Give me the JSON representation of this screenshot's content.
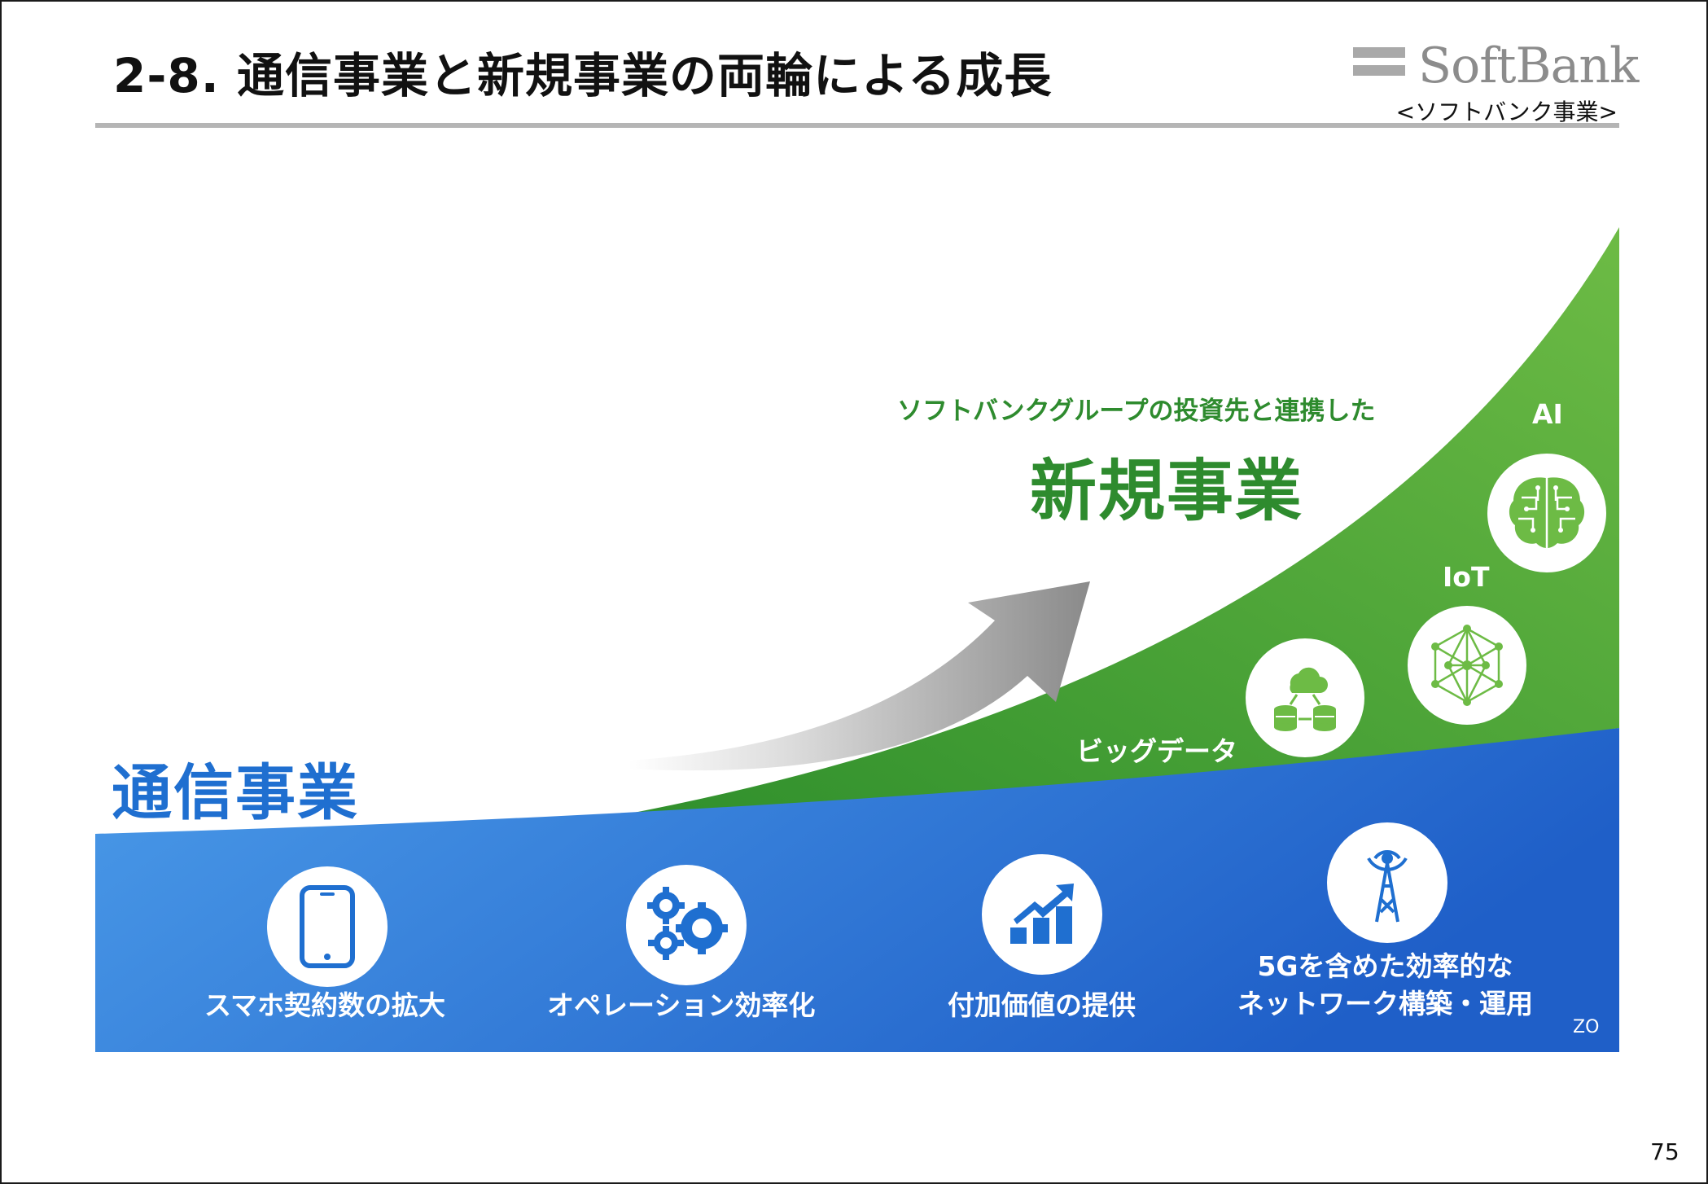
{
  "slide": {
    "title": "2-8. 通信事業と新規事業の両輪による成長",
    "page_number": "75"
  },
  "logo": {
    "wordmark": "SoftBank",
    "subtitle": "<ソフトバンク事業>"
  },
  "graphic": {
    "communication": {
      "title": "通信事業",
      "items": [
        {
          "icon": "smartphone-icon",
          "lines": [
            "スマホ契約数の拡大"
          ]
        },
        {
          "icon": "gears-icon",
          "lines": [
            "オペレーション効率化"
          ]
        },
        {
          "icon": "growth-chart-icon",
          "lines": [
            "付加価値の提供"
          ]
        },
        {
          "icon": "antenna-tower-icon",
          "lines": [
            "5Gを含めた効率的な",
            "ネットワーク構築・運用"
          ]
        }
      ],
      "stray_text": "ZO"
    },
    "new_business": {
      "subtitle": "ソフトバンクグループの投資先と連携した",
      "title": "新規事業",
      "items": [
        {
          "label": "ビッグデータ",
          "icon": "cloud-database-icon"
        },
        {
          "label": "IoT",
          "icon": "network-globe-icon"
        },
        {
          "label": "AI",
          "icon": "brain-circuit-icon"
        }
      ]
    },
    "colors": {
      "blue_dark": "#1f5fc8",
      "blue_light": "#4a9ae8",
      "green_dark": "#2f8f2c",
      "green_light": "#6dbb45",
      "arrow_gray": "#8a8a8a"
    }
  }
}
